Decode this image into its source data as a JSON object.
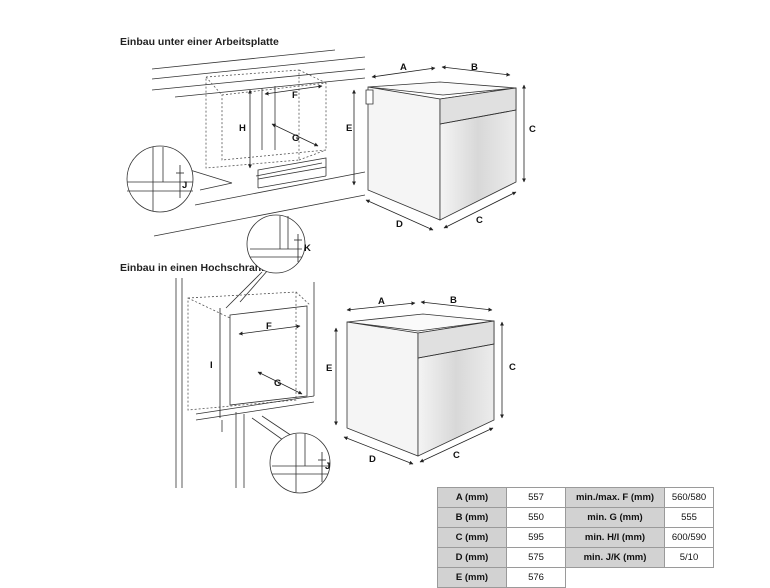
{
  "headings": {
    "worktop": "Einbau unter einer Arbeitsplatte",
    "tall_cabinet": "Einbau in einen Hochschrank"
  },
  "labels": {
    "A": "A",
    "B": "B",
    "C": "C",
    "D": "D",
    "E": "E",
    "F": "F",
    "G": "G",
    "H": "H",
    "I": "I",
    "J": "J",
    "K": "K"
  },
  "table": {
    "rows": [
      {
        "key": "A (mm)",
        "value": "557",
        "key2": "min./max. F (mm)",
        "value2": "560/580"
      },
      {
        "key": "B (mm)",
        "value": "550",
        "key2": "min. G (mm)",
        "value2": "555"
      },
      {
        "key": "C (mm)",
        "value": "595",
        "key2": "min. H/I (mm)",
        "value2": "600/590"
      },
      {
        "key": "D (mm)",
        "value": "575",
        "key2": "min. J/K (mm)",
        "value2": "5/10"
      },
      {
        "key": "E (mm)",
        "value": "576",
        "key2": "",
        "value2": ""
      }
    ]
  },
  "colors": {
    "line": "#333333",
    "dash": "#555555",
    "table_key_bg": "#d2d2d2"
  }
}
